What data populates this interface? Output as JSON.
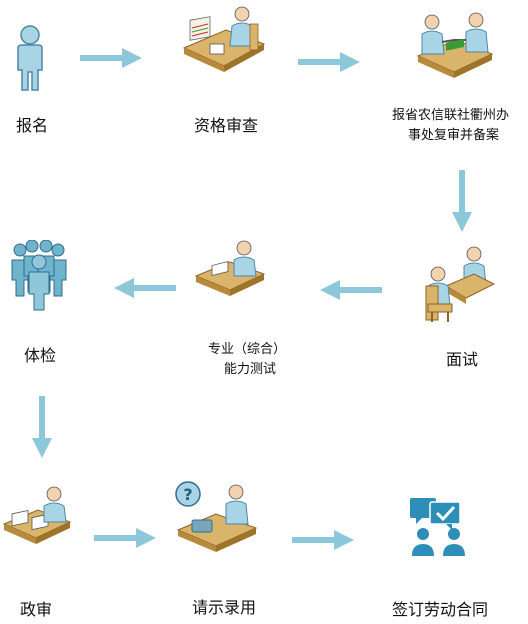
{
  "steps": [
    {
      "label": "报名",
      "icon": "person-icon"
    },
    {
      "label": "资格审查",
      "icon": "document-review-icon"
    },
    {
      "label_line1": "报省农信联社衢州办",
      "label_line2": "事处复审并备案",
      "icon": "handshake-meeting-icon"
    },
    {
      "label": "面试",
      "icon": "interview-icon"
    },
    {
      "label_line1": "专业（综合）",
      "label_line2": "能力测试",
      "icon": "test-writing-icon"
    },
    {
      "label": "体检",
      "icon": "group-people-icon"
    },
    {
      "label": "政审",
      "icon": "document-check-icon"
    },
    {
      "label": "请示录用",
      "icon": "phone-question-icon"
    },
    {
      "label": "签订劳动合同",
      "icon": "contract-chat-icon"
    }
  ],
  "colors": {
    "arrow": "#8cc8d9",
    "person_fill": "#a9d4e6",
    "person_stroke": "#4a88a8",
    "desk": "#d9b46a",
    "desk_dark": "#b88a3c",
    "group_fill": "#6fb3cc",
    "contract_blue": "#2d8fb8"
  }
}
